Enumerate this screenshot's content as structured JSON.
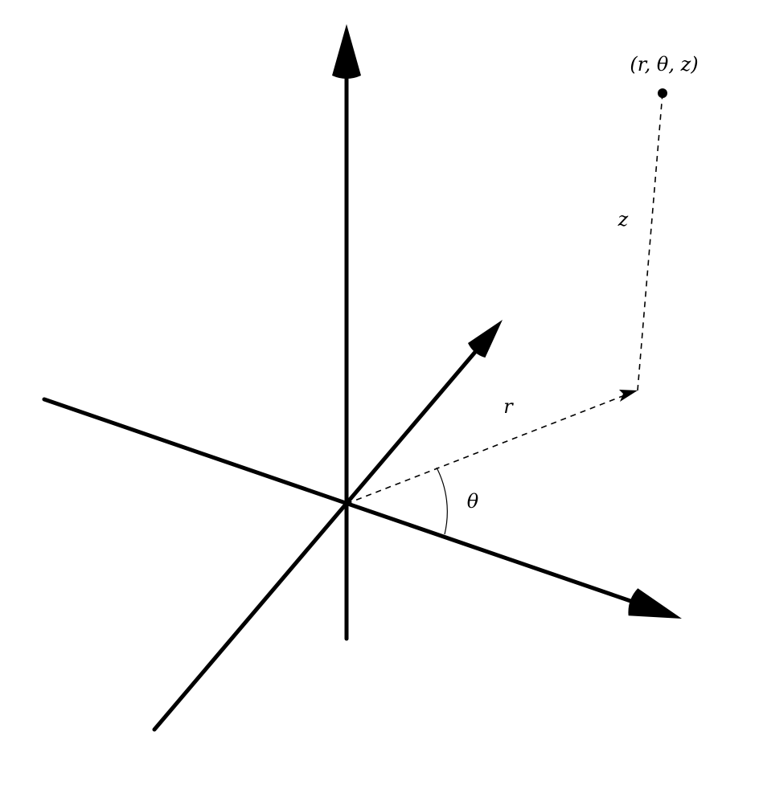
{
  "diagram": {
    "title": "",
    "labels": {
      "point": "(r, θ, z)",
      "radius": "r",
      "angle": "θ",
      "height": "z"
    },
    "colors": {
      "ink": "#000000",
      "background": "#ffffff"
    }
  }
}
